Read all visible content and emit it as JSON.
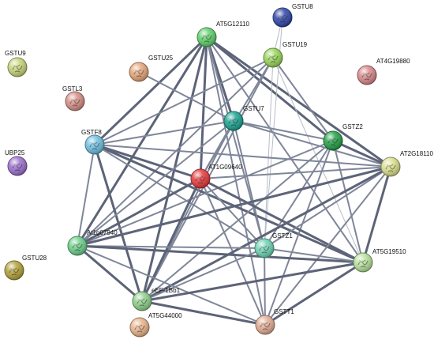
{
  "network": {
    "nodes": [
      {
        "id": "GSTU8",
        "label": "GSTU8",
        "color": "#2f45a8"
      },
      {
        "id": "AT5G12110",
        "label": "AT5G12110",
        "color": "#5fcf6b"
      },
      {
        "id": "GSTU19",
        "label": "GSTU19",
        "color": "#9ad65a"
      },
      {
        "id": "GSTU9",
        "label": "GSTU9",
        "color": "#c8d47a"
      },
      {
        "id": "GSTU25",
        "label": "GSTU25",
        "color": "#e6a67a"
      },
      {
        "id": "AT4G19880",
        "label": "AT4G19880",
        "color": "#d9888a"
      },
      {
        "id": "GSTL3",
        "label": "GSTL3",
        "color": "#d58f86"
      },
      {
        "id": "GSTU7",
        "label": "GSTU7",
        "color": "#1aa392"
      },
      {
        "id": "GSTF8",
        "label": "GSTF8",
        "color": "#6fbfdf"
      },
      {
        "id": "GSTZ2",
        "label": "GSTZ2",
        "color": "#23a046"
      },
      {
        "id": "UBP25",
        "label": "UBP25",
        "color": "#9b6fcf"
      },
      {
        "id": "AT1G09640",
        "label": "AT1G09640",
        "color": "#e8383c"
      },
      {
        "id": "AT2G18110",
        "label": "AT2G18110",
        "color": "#d9e08a"
      },
      {
        "id": "At1g07940",
        "label": "At1g07940",
        "color": "#6ccf8a"
      },
      {
        "id": "GSTZ1",
        "label": "GSTZ1",
        "color": "#6fd3b4"
      },
      {
        "id": "AT5G19510",
        "label": "AT5G19510",
        "color": "#b7e29a"
      },
      {
        "id": "GSTU28",
        "label": "GSTU28",
        "color": "#b3a23a"
      },
      {
        "id": "eEF-1Bb1",
        "label": "eEF-1Bb1",
        "color": "#8fd08a"
      },
      {
        "id": "AT5G44000",
        "label": "AT5G44000",
        "color": "#e9b48a"
      },
      {
        "id": "GSTT1",
        "label": "GSTT1",
        "color": "#e3ad94"
      }
    ],
    "edges": [
      {
        "source": "AT5G12110",
        "target": "GSTF8",
        "weight": 3
      },
      {
        "source": "AT5G12110",
        "target": "GSTU7",
        "weight": 3
      },
      {
        "source": "AT5G12110",
        "target": "GSTZ2",
        "weight": 3
      },
      {
        "source": "AT5G12110",
        "target": "AT2G18110",
        "weight": 3
      },
      {
        "source": "AT5G12110",
        "target": "AT1G09640",
        "weight": 3
      },
      {
        "source": "AT5G12110",
        "target": "At1g07940",
        "weight": 3
      },
      {
        "source": "AT5G12110",
        "target": "GSTZ1",
        "weight": 2
      },
      {
        "source": "AT5G12110",
        "target": "AT5G19510",
        "weight": 2
      },
      {
        "source": "AT5G12110",
        "target": "eEF-1Bb1",
        "weight": 3
      },
      {
        "source": "AT5G12110",
        "target": "GSTT1",
        "weight": 2
      },
      {
        "source": "GSTU19",
        "target": "GSTU8",
        "weight": 1
      },
      {
        "source": "GSTU19",
        "target": "GSTF8",
        "weight": 2
      },
      {
        "source": "GSTU19",
        "target": "GSTZ2",
        "weight": 2
      },
      {
        "source": "GSTU19",
        "target": "AT1G09640",
        "weight": 2
      },
      {
        "source": "GSTU19",
        "target": "At1g07940",
        "weight": 2
      },
      {
        "source": "GSTU19",
        "target": "GSTZ1",
        "weight": 1
      },
      {
        "source": "GSTU19",
        "target": "AT5G19510",
        "weight": 1
      },
      {
        "source": "GSTU19",
        "target": "eEF-1Bb1",
        "weight": 2
      },
      {
        "source": "GSTU8",
        "target": "GSTZ1",
        "weight": 1
      },
      {
        "source": "GSTU25",
        "target": "GSTU7",
        "weight": 2
      },
      {
        "source": "GSTF8",
        "target": "GSTU7",
        "weight": 2
      },
      {
        "source": "GSTF8",
        "target": "AT1G09640",
        "weight": 3
      },
      {
        "source": "GSTF8",
        "target": "AT2G18110",
        "weight": 2
      },
      {
        "source": "GSTF8",
        "target": "At1g07940",
        "weight": 2
      },
      {
        "source": "GSTF8",
        "target": "AT5G19510",
        "weight": 3
      },
      {
        "source": "GSTF8",
        "target": "eEF-1Bb1",
        "weight": 3
      },
      {
        "source": "GSTF8",
        "target": "GSTZ1",
        "weight": 2
      },
      {
        "source": "GSTU7",
        "target": "GSTZ2",
        "weight": 2
      },
      {
        "source": "GSTU7",
        "target": "AT1G09640",
        "weight": 2
      },
      {
        "source": "GSTU7",
        "target": "At1g07940",
        "weight": 2
      },
      {
        "source": "GSTU7",
        "target": "GSTZ1",
        "weight": 2
      },
      {
        "source": "GSTU7",
        "target": "eEF-1Bb1",
        "weight": 2
      },
      {
        "source": "GSTU7",
        "target": "AT2G18110",
        "weight": 2
      },
      {
        "source": "GSTZ2",
        "target": "AT2G18110",
        "weight": 3
      },
      {
        "source": "GSTZ2",
        "target": "GSTZ1",
        "weight": 2
      },
      {
        "source": "GSTZ2",
        "target": "AT5G19510",
        "weight": 2
      },
      {
        "source": "GSTZ2",
        "target": "eEF-1Bb1",
        "weight": 2
      },
      {
        "source": "GSTZ2",
        "target": "At1g07940",
        "weight": 2
      },
      {
        "source": "GSTZ2",
        "target": "GSTT1",
        "weight": 2
      },
      {
        "source": "AT1G09640",
        "target": "AT2G18110",
        "weight": 2
      },
      {
        "source": "AT1G09640",
        "target": "At1g07940",
        "weight": 3
      },
      {
        "source": "AT1G09640",
        "target": "GSTZ1",
        "weight": 2
      },
      {
        "source": "AT1G09640",
        "target": "AT5G19510",
        "weight": 3
      },
      {
        "source": "AT1G09640",
        "target": "eEF-1Bb1",
        "weight": 3
      },
      {
        "source": "AT1G09640",
        "target": "GSTT1",
        "weight": 2
      },
      {
        "source": "AT2G18110",
        "target": "At1g07940",
        "weight": 3
      },
      {
        "source": "AT2G18110",
        "target": "GSTZ1",
        "weight": 2
      },
      {
        "source": "AT2G18110",
        "target": "AT5G19510",
        "weight": 3
      },
      {
        "source": "AT2G18110",
        "target": "eEF-1Bb1",
        "weight": 3
      },
      {
        "source": "AT2G18110",
        "target": "GSTT1",
        "weight": 2
      },
      {
        "source": "At1g07940",
        "target": "GSTZ1",
        "weight": 2
      },
      {
        "source": "At1g07940",
        "target": "AT5G19510",
        "weight": 3
      },
      {
        "source": "At1g07940",
        "target": "eEF-1Bb1",
        "weight": 3
      },
      {
        "source": "At1g07940",
        "target": "GSTT1",
        "weight": 2
      },
      {
        "source": "GSTZ1",
        "target": "AT5G19510",
        "weight": 2
      },
      {
        "source": "GSTZ1",
        "target": "eEF-1Bb1",
        "weight": 2
      },
      {
        "source": "GSTZ1",
        "target": "GSTT1",
        "weight": 2
      },
      {
        "source": "AT5G19510",
        "target": "eEF-1Bb1",
        "weight": 3
      },
      {
        "source": "AT5G19510",
        "target": "GSTT1",
        "weight": 3
      },
      {
        "source": "eEF-1Bb1",
        "target": "GSTT1",
        "weight": 3
      }
    ]
  }
}
